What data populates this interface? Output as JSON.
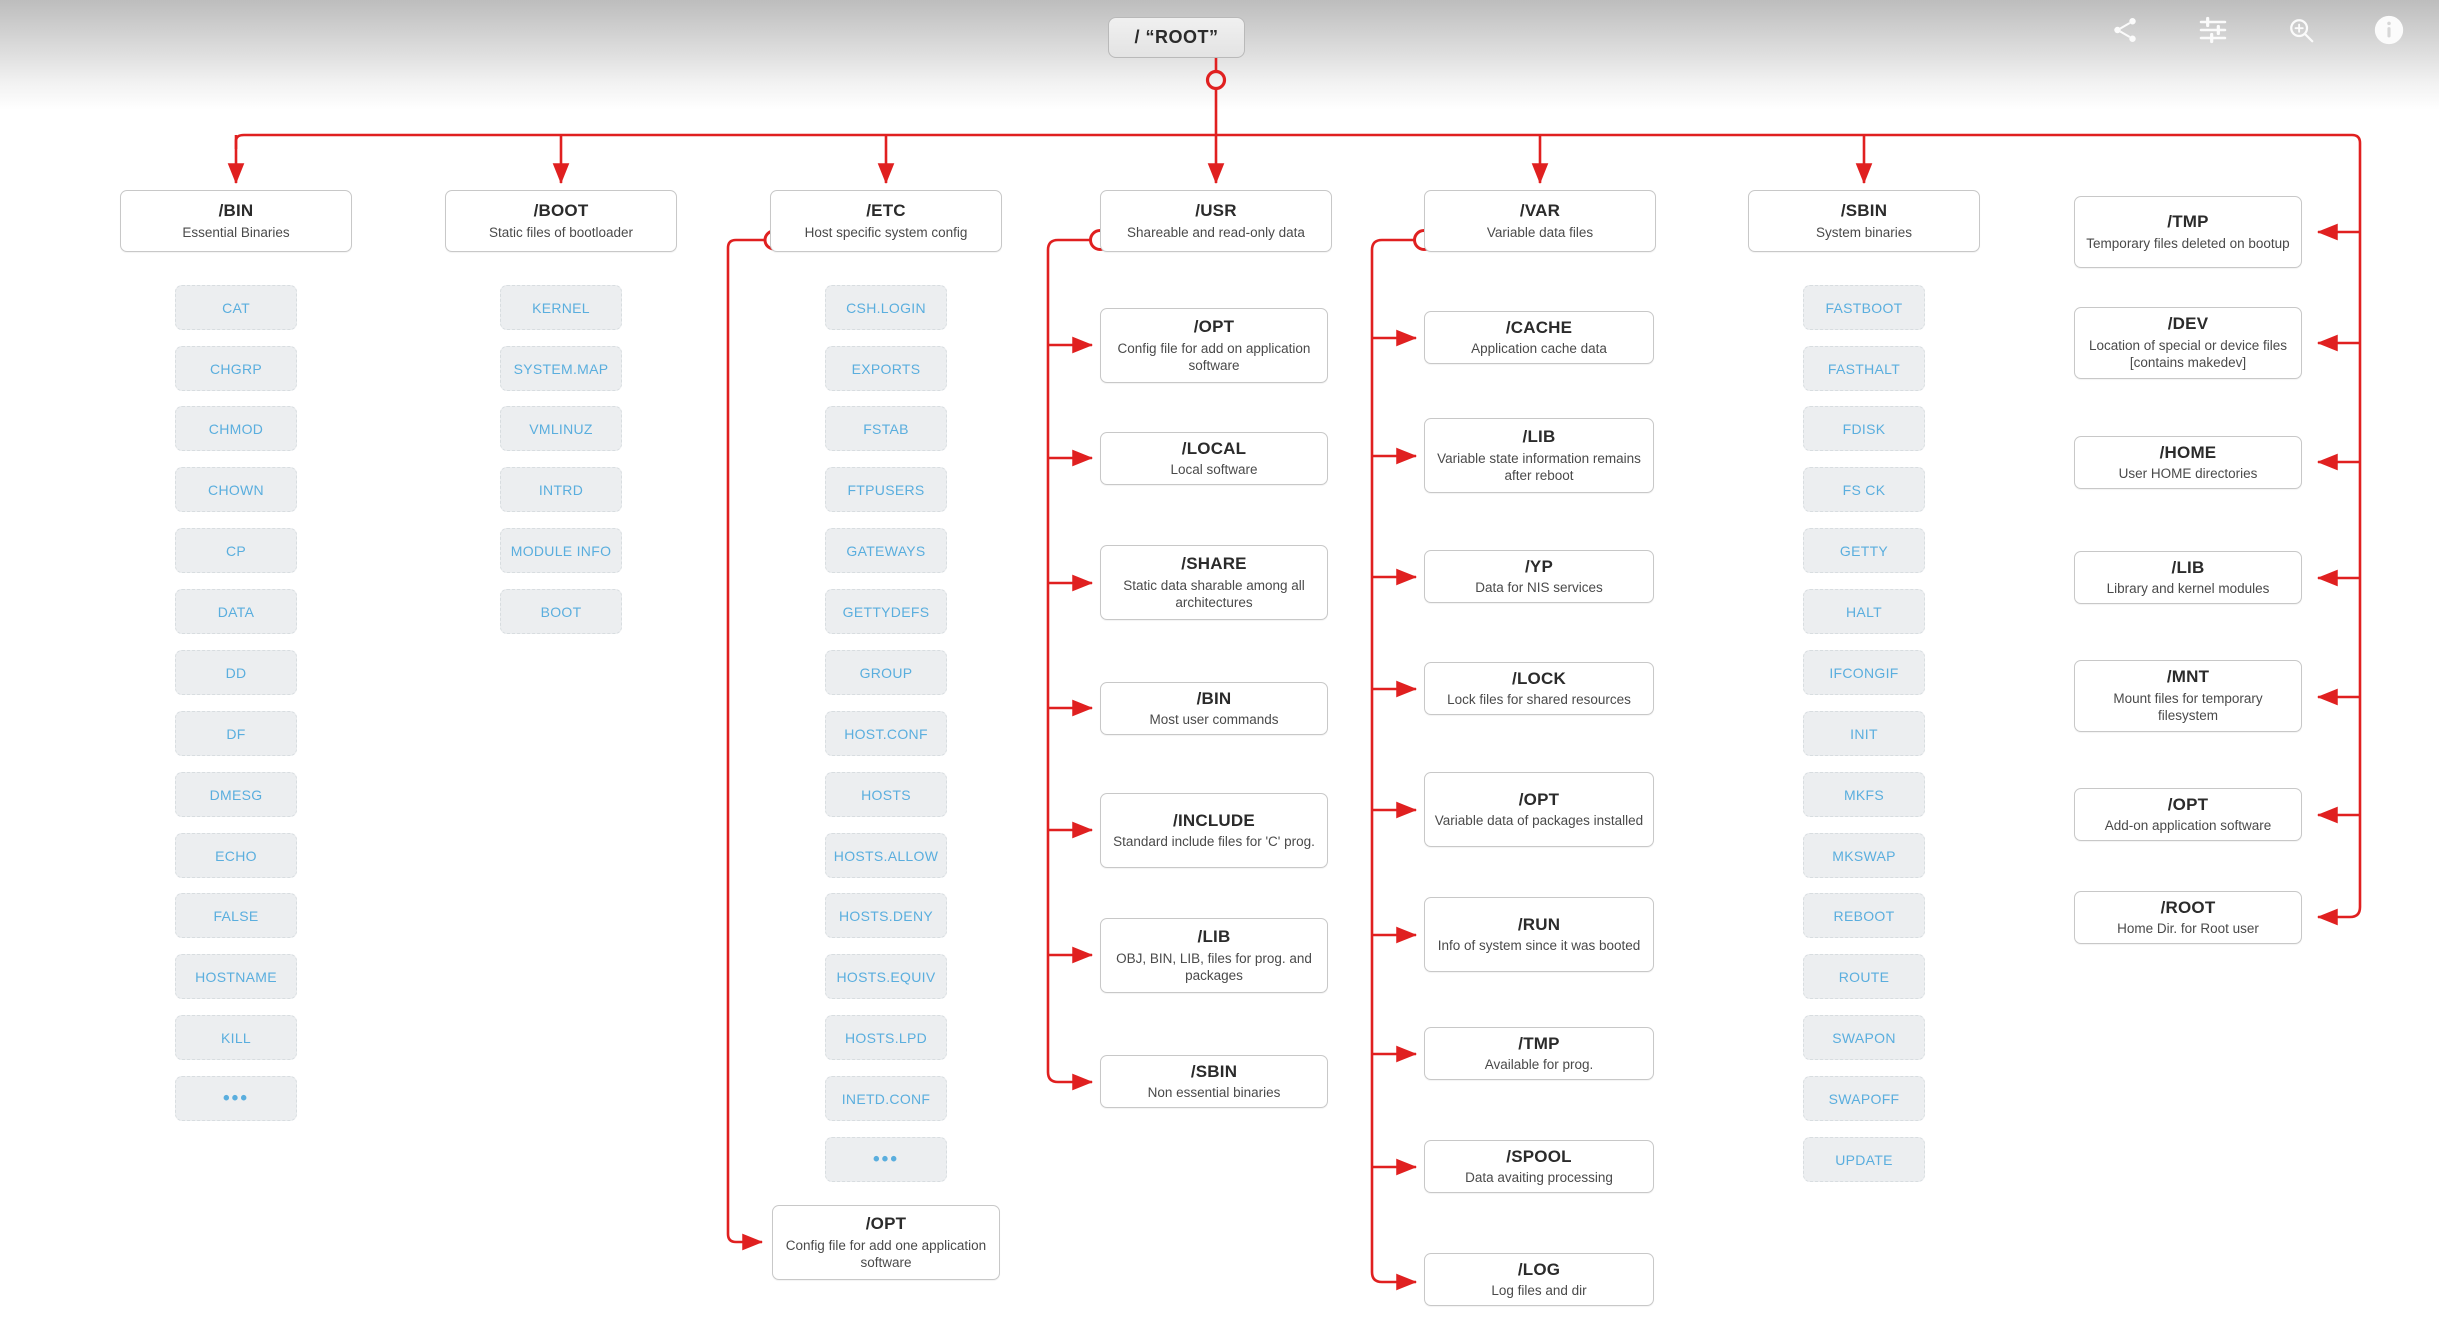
{
  "toolbar": {
    "icons": [
      {
        "name": "share-icon",
        "label": "Share"
      },
      {
        "name": "adjust-sliders-icon",
        "label": "Adjust"
      },
      {
        "name": "zoom-in-icon",
        "label": "Zoom in"
      },
      {
        "name": "info-icon",
        "label": "Info"
      }
    ]
  },
  "theme": {
    "connector": "#e02020",
    "chip_text": "#5aaede",
    "node_border": "#c8c8c8",
    "title_text": "#2b2b2b"
  },
  "root": {
    "title": "/  “ROOT”"
  },
  "columns": [
    {
      "id": "bin",
      "title": "/BIN",
      "desc": "Essential Binaries",
      "chips": [
        "CAT",
        "CHGRP",
        "CHMOD",
        "CHOWN",
        "CP",
        "DATA",
        "DD",
        "DF",
        "DMESG",
        "ECHO",
        "FALSE",
        "HOSTNAME",
        "KILL",
        "•••"
      ],
      "children": []
    },
    {
      "id": "boot",
      "title": "/BOOT",
      "desc": "Static files of bootloader",
      "chips": [
        "KERNEL",
        "SYSTEM.MAP",
        "VMLINUZ",
        "INTRD",
        "MODULE INFO",
        "BOOT"
      ],
      "children": []
    },
    {
      "id": "etc",
      "title": "/ETC",
      "desc": "Host specific system config",
      "chips": [
        "CSH.LOGIN",
        "EXPORTS",
        "FSTAB",
        "FTPUSERS",
        "GATEWAYS",
        "GETTYDEFS",
        "GROUP",
        "HOST.CONF",
        "HOSTS",
        "HOSTS.ALLOW",
        "HOSTS.DENY",
        "HOSTS.EQUIV",
        "HOSTS.LPD",
        "INETD.CONF",
        "•••"
      ],
      "children": [
        {
          "title": "/OPT",
          "desc": "Config file for add one application software"
        }
      ]
    },
    {
      "id": "usr",
      "title": "/USR",
      "desc": "Shareable and read-only data",
      "chips": [],
      "children": [
        {
          "title": "/OPT",
          "desc": "Config file for add on application software"
        },
        {
          "title": "/LOCAL",
          "desc": "Local software"
        },
        {
          "title": "/SHARE",
          "desc": "Static data sharable among all architectures"
        },
        {
          "title": "/BIN",
          "desc": "Most user commands"
        },
        {
          "title": "/INCLUDE",
          "desc": "Standard include files for 'C' prog."
        },
        {
          "title": "/LIB",
          "desc": "OBJ, BIN, LIB, files for prog. and packages"
        },
        {
          "title": "/SBIN",
          "desc": "Non essential binaries"
        }
      ]
    },
    {
      "id": "var",
      "title": "/VAR",
      "desc": "Variable data files",
      "chips": [],
      "children": [
        {
          "title": "/CACHE",
          "desc": "Application cache data"
        },
        {
          "title": "/LIB",
          "desc": "Variable state information remains after reboot"
        },
        {
          "title": "/YP",
          "desc": "Data for NIS services"
        },
        {
          "title": "/LOCK",
          "desc": "Lock files for shared resources"
        },
        {
          "title": "/OPT",
          "desc": "Variable data of packages installed"
        },
        {
          "title": "/RUN",
          "desc": "Info of system since it was booted"
        },
        {
          "title": "/TMP",
          "desc": "Available for prog."
        },
        {
          "title": "/SPOOL",
          "desc": "Data avaiting processing"
        },
        {
          "title": "/LOG",
          "desc": "Log files and dir"
        }
      ]
    },
    {
      "id": "sbin",
      "title": "/SBIN",
      "desc": "System binaries",
      "chips": [
        "FASTBOOT",
        "FASTHALT",
        "FDISK",
        "FS CK",
        "GETTY",
        "HALT",
        "IFCONGIF",
        "INIT",
        "MKFS",
        "MKSWAP",
        "REBOOT",
        "ROUTE",
        "SWAPON",
        "SWAPOFF",
        "UPDATE"
      ],
      "children": []
    }
  ],
  "right_column": {
    "id": "right",
    "nodes": [
      {
        "title": "/TMP",
        "desc": "Temporary files deleted on bootup"
      },
      {
        "title": "/DEV",
        "desc": "Location of special or device files [contains makedev]"
      },
      {
        "title": "/HOME",
        "desc": "User HOME directories"
      },
      {
        "title": "/LIB",
        "desc": "Library and kernel modules"
      },
      {
        "title": "/MNT",
        "desc": "Mount files for temporary filesystem"
      },
      {
        "title": "/OPT",
        "desc": "Add-on application software"
      },
      {
        "title": "/ROOT",
        "desc": "Home Dir. for Root user"
      }
    ]
  }
}
